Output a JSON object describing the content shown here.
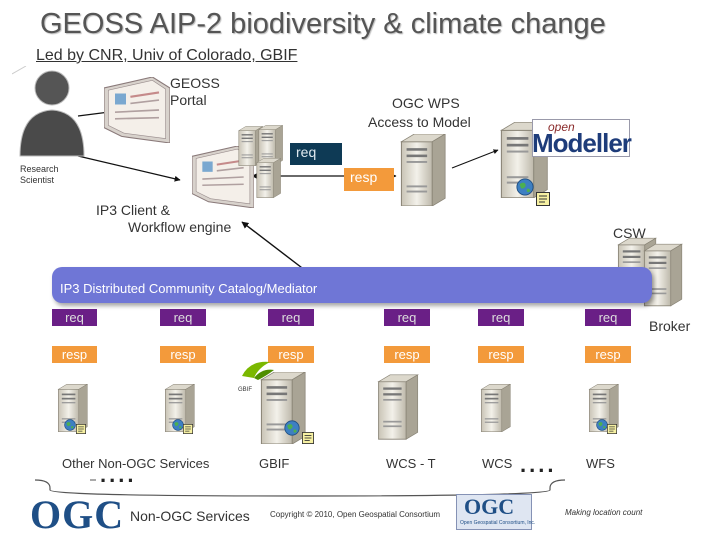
{
  "title": "GEOSS AIP-2 biodiversity & climate change",
  "subtitle": "Led by CNR, Univ of Colorado, GBIF",
  "portal": {
    "line1": "GEOSS",
    "line2": "Portal"
  },
  "wps": {
    "line1": "OGC WPS",
    "line2": "Access to Model"
  },
  "scientist": {
    "line1": "Research",
    "line2": "Scientist"
  },
  "client": {
    "line1": "IP3 Client &",
    "line2": "Workflow engine"
  },
  "csw_label": "CSW",
  "top_req": "req",
  "top_resp": "resp",
  "catalog_label": "IP3 Distributed Community Catalog/Mediator",
  "broker_label": "Broker",
  "req_labels": [
    "req",
    "req",
    "req",
    "req",
    "req",
    "req"
  ],
  "resp_labels": [
    "resp",
    "resp",
    "resp",
    "resp",
    "resp",
    "resp"
  ],
  "services": {
    "other_non_ogc": "Other Non-OGC Services",
    "gbif": "GBIF",
    "wcs_t": "WCS - T",
    "wcs": "WCS",
    "wfs": "WFS"
  },
  "gbif_logo_text": "GBIF",
  "footer": {
    "ogc_logo": "OGC",
    "non_ogc": "Non-OGC Services",
    "copyright": "Copyright © 2010, Open Geospatial Consortium",
    "tagline": "Making location count",
    "ogc_small": "OGC",
    "ogc_small_sub": "Open Geospatial Consortium, Inc."
  },
  "modeller": {
    "open": "open",
    "main": "Modeller"
  },
  "dots": "....",
  "colors": {
    "req_dark": "#0e3a55",
    "resp_orange": "#f39a3b",
    "req_purple": "#6a1f86",
    "catalog": "#6f76d6",
    "ogc_blue": "#1f4f86"
  },
  "icons": [
    "person-icon",
    "server-icon",
    "globe-icon",
    "document-icon",
    "window-icon"
  ]
}
